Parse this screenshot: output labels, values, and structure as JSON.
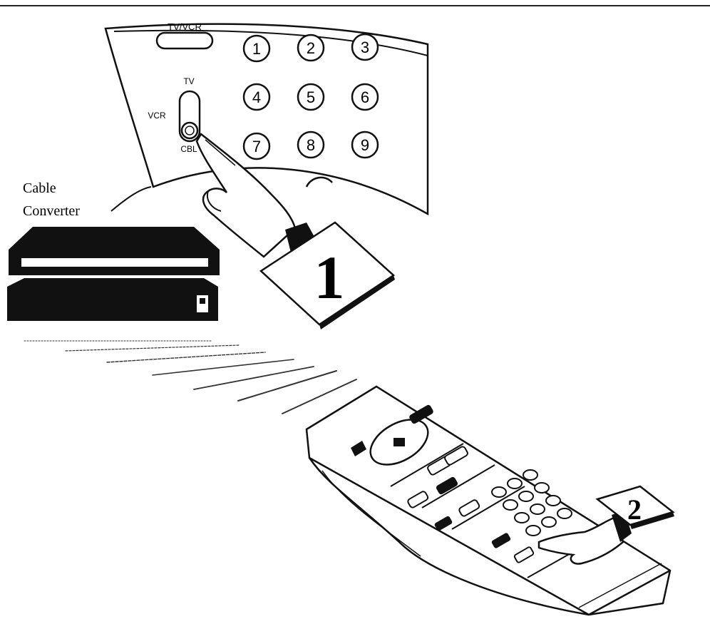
{
  "remote_closeup": {
    "tv_vcr_button_label": "TV/VCR",
    "switch_labels": {
      "top": "TV",
      "left": "VCR",
      "bottom": "CBL"
    },
    "number_keys": [
      "1",
      "2",
      "3",
      "4",
      "5",
      "6",
      "7",
      "8",
      "9"
    ]
  },
  "cable_converter": {
    "label_line1": "Cable",
    "label_line2": "Converter"
  },
  "steps": {
    "step1": "1",
    "step2": "2"
  }
}
